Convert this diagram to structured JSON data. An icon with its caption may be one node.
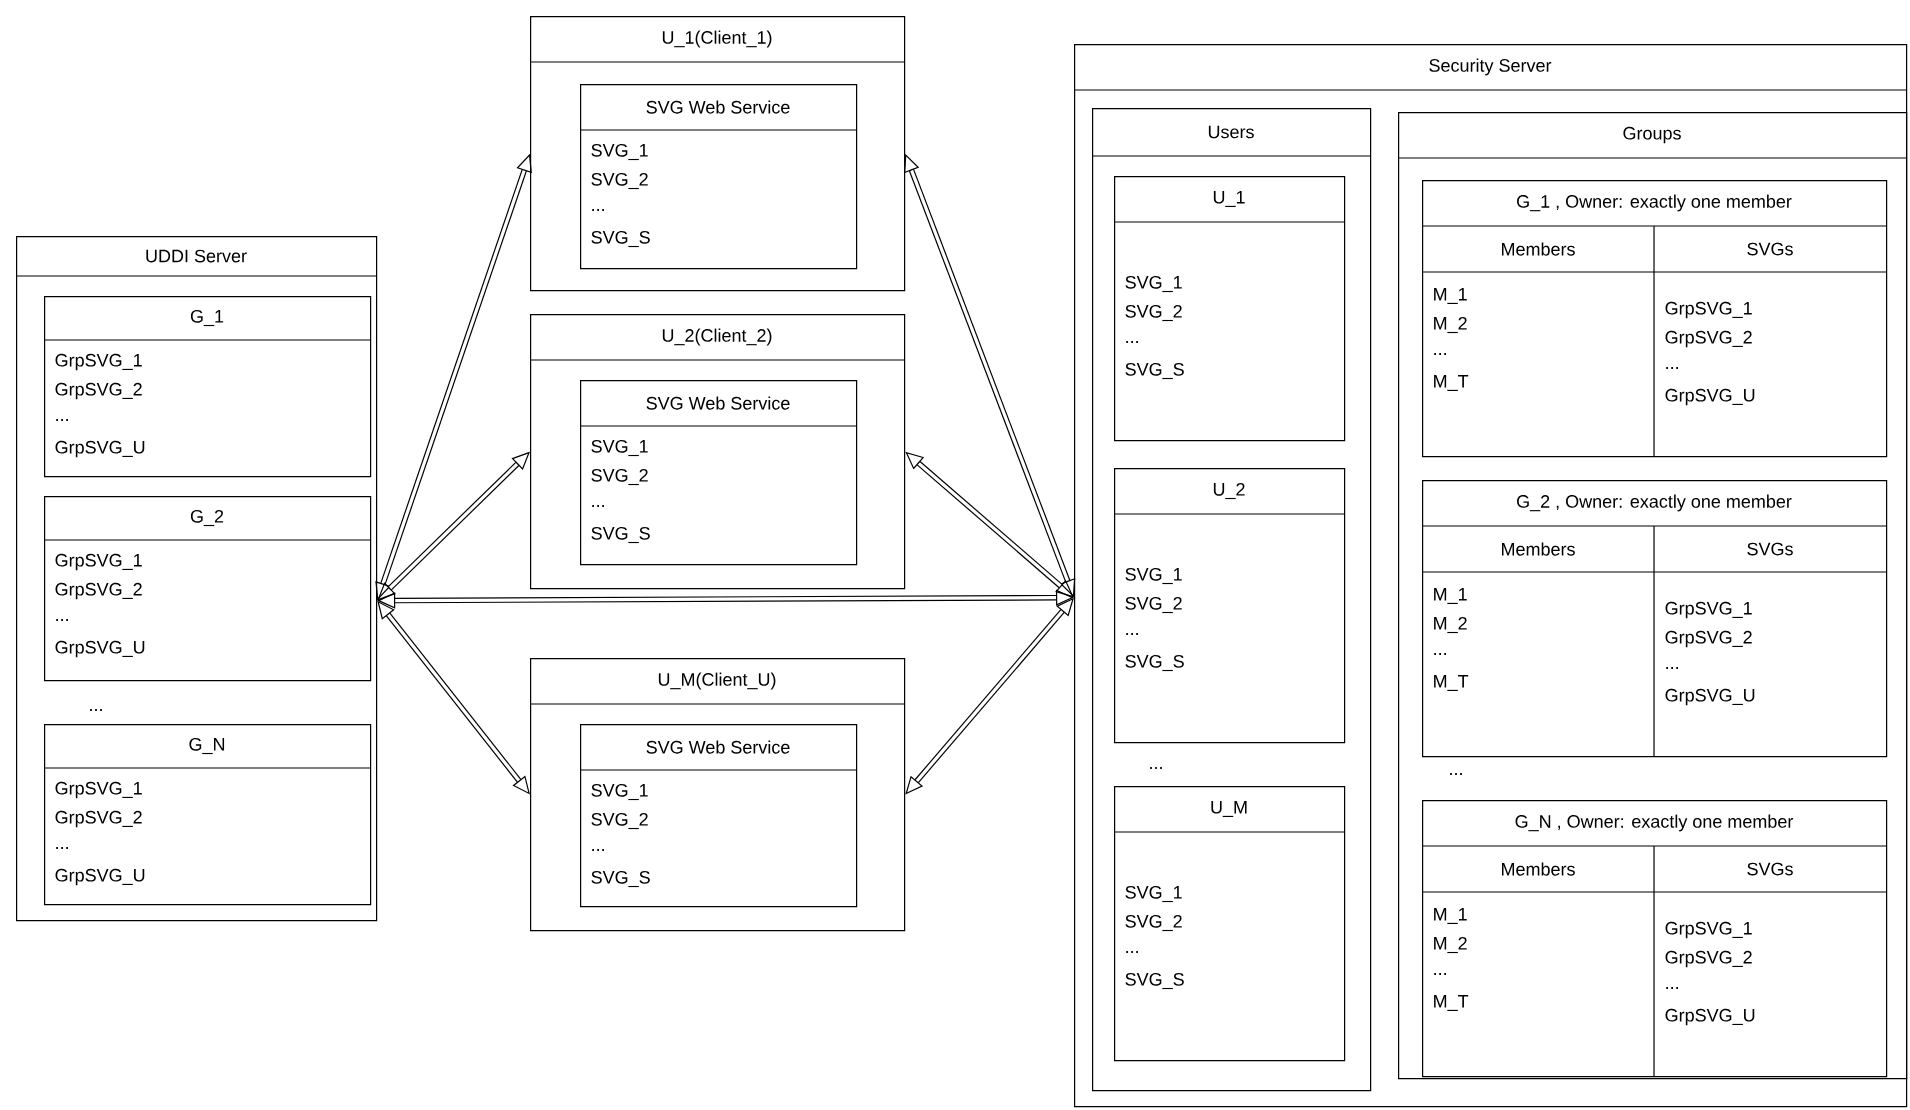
{
  "diagram": {
    "nodes": [
      {
        "text": [
          "UDDI Server"
        ]
      },
      {
        "text": [
          "G_1",
          "GrpSVG_1",
          "GrpSVG_2",
          "...",
          "GrpSVG_U"
        ],
        "in": 0
      },
      {
        "text": [
          "G_2",
          "GrpSVG_1",
          "GrpSVG_2",
          "...",
          "GrpSVG_U"
        ],
        "in": 0
      },
      {
        "text": [
          "G_N",
          "GrpSVG_1",
          "GrpSVG_2",
          "...",
          "GrpSVG_U"
        ],
        "in": 0
      },
      {
        "text": [
          "U_1(Client_1)"
        ]
      },
      {
        "text": [
          "SVG Web Service",
          "SVG_1",
          "SVG_2",
          "...",
          "SVG_S"
        ],
        "in": 4
      },
      {
        "text": [
          "U_2(Client_2)"
        ]
      },
      {
        "text": [
          "SVG Web Service",
          "SVG_1",
          "SVG_2",
          "...",
          "SVG_S"
        ],
        "in": 6
      },
      {
        "text": [
          "U_M(Client_U)"
        ]
      },
      {
        "text": [
          "SVG Web Service",
          "SVG_1",
          "SVG_2",
          "...",
          "SVG_S"
        ],
        "in": 8
      },
      {
        "text": [
          "Security Server"
        ]
      },
      {
        "text": [
          "Users"
        ],
        "in": 10
      },
      {
        "text": [
          "U_1",
          "SVG_1",
          "SVG_2",
          "...",
          "SVG_S"
        ],
        "in": 11
      },
      {
        "text": [
          "U_2",
          "SVG_1",
          "SVG_2",
          "...",
          "SVG_S"
        ],
        "in": 11
      },
      {
        "text": [
          "U_M",
          "SVG_1",
          "SVG_2",
          "...",
          "SVG_S"
        ],
        "in": 11
      },
      {
        "text": [
          "Groups"
        ],
        "in": 10
      },
      {
        "text": [
          "G_1 , Owner: exactly one member",
          "Members",
          "SVGs",
          "M_1",
          "M_2",
          "...",
          "M_T",
          "GrpSVG_1",
          "GrpSVG_2",
          "...",
          "GrpSVG_U"
        ],
        "in": 15
      },
      {
        "text": [
          "G_2 , Owner: exactly one member",
          "Members",
          "SVGs",
          "M_1",
          "M_2",
          "...",
          "M_T",
          "GrpSVG_1",
          "GrpSVG_2",
          "...",
          "GrpSVG_U"
        ],
        "in": 15
      },
      {
        "text": [
          "G_N , Owner: exactly one member",
          "Members",
          "SVGs",
          "M_1",
          "M_2",
          "...",
          "M_T",
          "GrpSVG_1",
          "GrpSVG_2",
          "...",
          "GrpSVG_U"
        ],
        "in": 15
      }
    ],
    "edges": [
      {
        "from": 0,
        "to": 4,
        "arrow": "both"
      },
      {
        "from": 0,
        "to": 6,
        "arrow": "both"
      },
      {
        "from": 0,
        "to": 8,
        "arrow": "both"
      },
      {
        "from": 0,
        "to": 10,
        "arrow": "both"
      },
      {
        "from": 10,
        "to": 4,
        "arrow": "both"
      },
      {
        "from": 10,
        "to": 6,
        "arrow": "both"
      },
      {
        "from": 10,
        "to": 8,
        "arrow": "both"
      }
    ],
    "labels": [
      "...",
      "...",
      "..."
    ]
  }
}
